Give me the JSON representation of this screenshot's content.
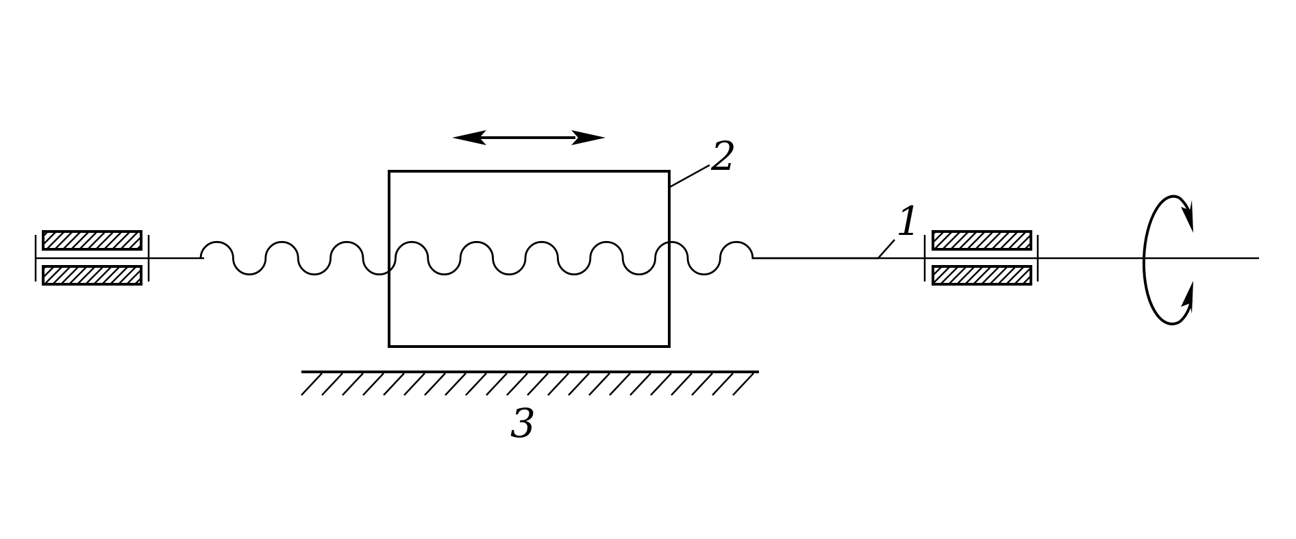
{
  "colors": {
    "ink": "#000000",
    "background": "#ffffff"
  },
  "labels": {
    "screw": "1",
    "nut": "2",
    "guide": "3"
  },
  "icons": {
    "translation": "double-arrow-icon",
    "rotation": "rotation-arrow-icon"
  }
}
